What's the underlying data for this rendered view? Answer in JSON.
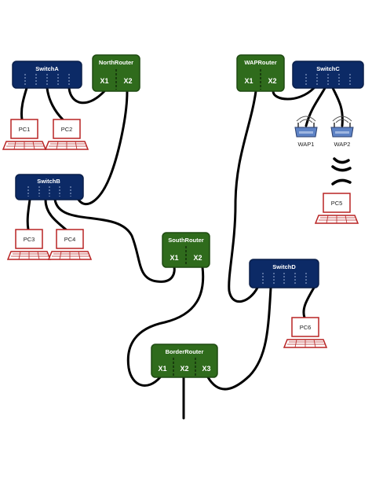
{
  "colors": {
    "switch_fill": "#0c2a66",
    "router_fill": "#2f6b1c",
    "pc_outline": "#b82424",
    "cable": "#000000",
    "port_dash": "#9fb3d6"
  },
  "switches": {
    "a": {
      "name": "SwitchA"
    },
    "b": {
      "name": "SwitchB"
    },
    "c": {
      "name": "SwitchC"
    },
    "d": {
      "name": "SwitchD"
    }
  },
  "routers": {
    "north": {
      "name": "NorthRouter",
      "ports": [
        "X1",
        "X2"
      ]
    },
    "wap": {
      "name": "WAPRouter",
      "ports": [
        "X1",
        "X2"
      ]
    },
    "south": {
      "name": "SouthRouter",
      "ports": [
        "X1",
        "X2"
      ]
    },
    "border": {
      "name": "BorderRouter",
      "ports": [
        "X1",
        "X2",
        "X3"
      ]
    }
  },
  "pcs": {
    "pc1": "PC1",
    "pc2": "PC2",
    "pc3": "PC3",
    "pc4": "PC4",
    "pc5": "PC5",
    "pc6": "PC6"
  },
  "waps": {
    "wap1": "WAP1",
    "wap2": "WAP2"
  },
  "icons": {
    "wireless_link": "wireless-signal-icon"
  }
}
